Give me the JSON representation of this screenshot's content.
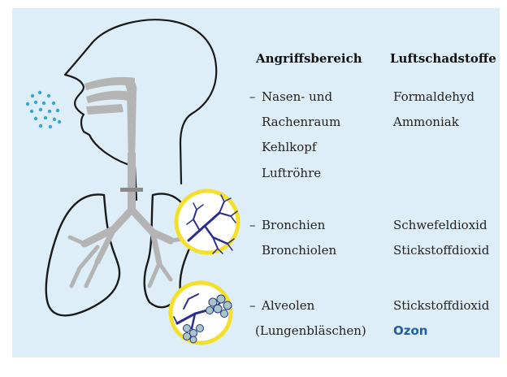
{
  "headers": {
    "area": "Angriffsbereich",
    "pollutants": "Luftschadstoffe"
  },
  "groups": [
    {
      "dash": "–",
      "areas": [
        "Nasen- und",
        "Rachenraum",
        "Kehlkopf",
        "Luftröhre"
      ],
      "pollutants": [
        "Formaldehyd",
        "Ammoniak"
      ]
    },
    {
      "dash": "–",
      "areas": [
        "Bronchien",
        "Bronchiolen"
      ],
      "pollutants": [
        "Schwefeldioxid",
        "Stickstoffdioxid"
      ]
    },
    {
      "dash": "–",
      "areas": [
        "Alveolen",
        "(Lungenbläschen)"
      ],
      "pollutants": [
        "Stickstoffdioxid"
      ],
      "highlight": "Ozon"
    }
  ],
  "colors": {
    "background": "#deeef8",
    "highlight": "#1f5fa8",
    "magnifier_ring": "#f4e02a",
    "bronchi": "#2b2e8c",
    "airway": "#b4b4b4",
    "droplets": "#3aa6d0",
    "alveoli": "#a7c7c4"
  }
}
